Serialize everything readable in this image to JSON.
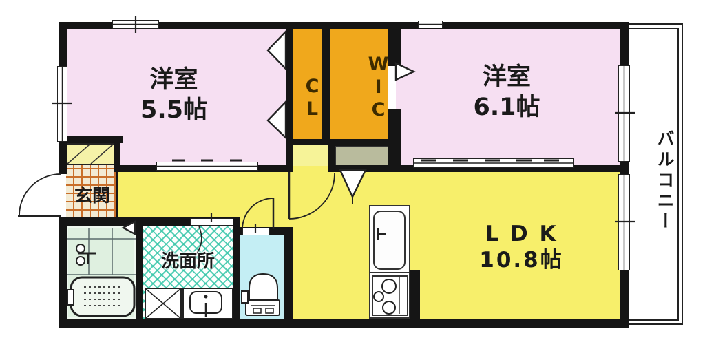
{
  "floorplan": {
    "rooms": {
      "bedroom1": {
        "name": "洋室",
        "size": "5.5帖"
      },
      "bedroom2": {
        "name": "洋室",
        "size": "6.1帖"
      },
      "ldk": {
        "name": "L D K",
        "size": "10.8帖"
      },
      "closet": {
        "label": "CL"
      },
      "walk_in_closet": {
        "label": "WIC"
      },
      "entrance": {
        "label": "玄関"
      },
      "washroom": {
        "label": "洗面所"
      },
      "balcony": {
        "label": "バルコニー"
      }
    },
    "colors": {
      "bedroom_pink": "#f6dff2",
      "ldk_yellow": "#f7ef6b",
      "closet_orange": "#f0a81c",
      "bath_mint": "#dff0e0",
      "toilet_blue": "#c4eef4",
      "washroom_teal": "#2dc3a5",
      "genkan_tile_line": "#c96f2a",
      "alcove_pale": "#f6f398",
      "wic_door_gray": "#b9bb9d",
      "wall_black": "#151515"
    }
  }
}
